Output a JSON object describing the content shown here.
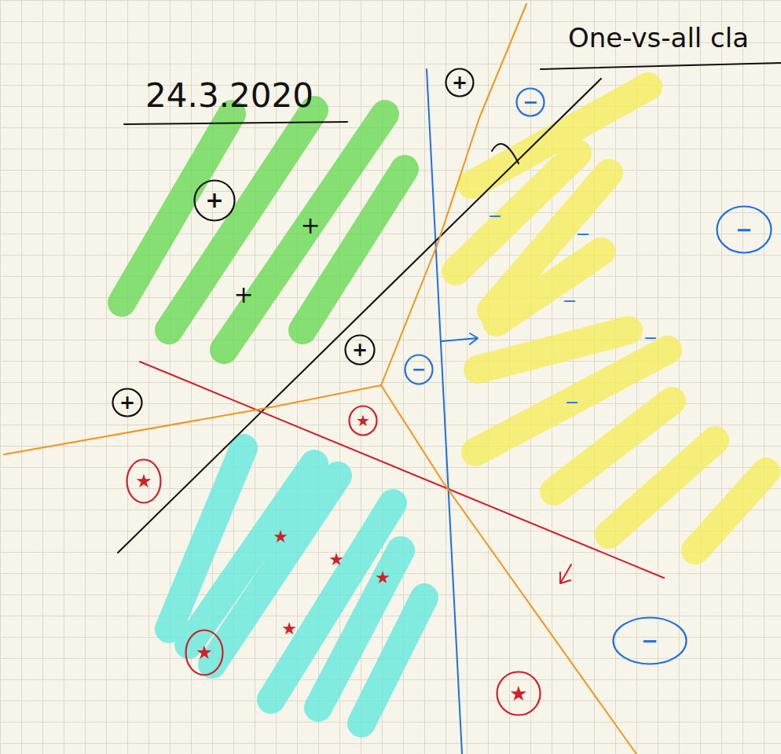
{
  "diagram": {
    "title": "One-vs-all cla",
    "nodes": [
      {
        "text": [
          "+"
        ]
      },
      {
        "text": [
          "−"
        ]
      },
      {
        "text": [
          "+"
        ]
      },
      {
        "text": [
          "−"
        ]
      },
      {
        "text": [
          "+"
        ]
      },
      {
        "text": [
          "−"
        ]
      },
      {
        "text": [
          "+"
        ]
      },
      {
        "text": [
          "★"
        ]
      },
      {
        "text": [
          "★"
        ]
      },
      {
        "text": [
          "−"
        ]
      },
      {
        "text": [
          "★"
        ]
      },
      {
        "text": [
          "★"
        ]
      }
    ],
    "labels": [
      "24.3.2020",
      "+",
      "+",
      "−",
      "−",
      "−",
      "−",
      "−",
      "★",
      "★",
      "★",
      "★"
    ]
  }
}
